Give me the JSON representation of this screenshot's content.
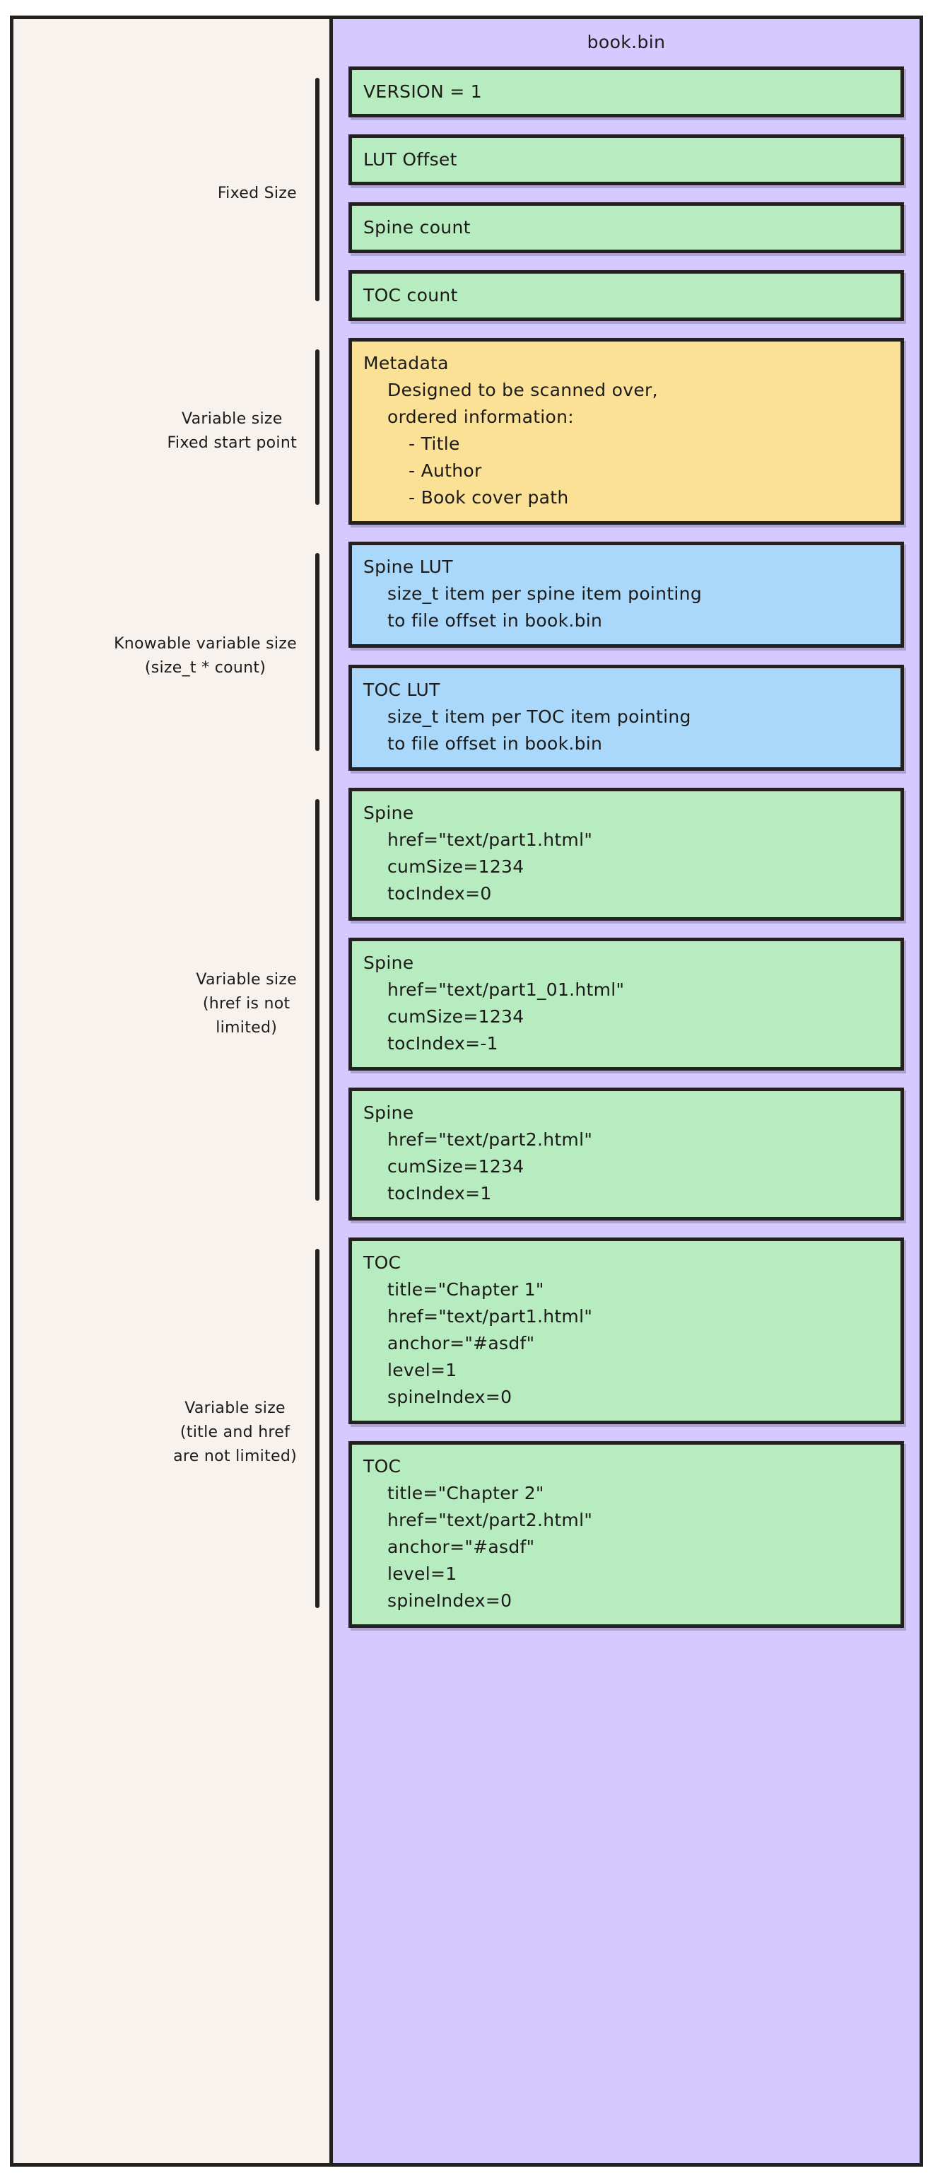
{
  "file": {
    "title": "book.bin"
  },
  "colors": {
    "page_background": "#ffffff",
    "left_panel": "#f7f2ee",
    "file_panel": "#d5caff",
    "stroke": "#23211f",
    "green_box": "#b6ecbf",
    "yellow_box": "#fbe196",
    "blue_box": "#a9d8fb",
    "text": "#1d1b19"
  },
  "groups": [
    {
      "id": "fixed-size",
      "label": "Fixed Size"
    },
    {
      "id": "variable-fixed-start",
      "label": "Variable size\nFixed start point"
    },
    {
      "id": "knowable-variable-size",
      "label": "Knowable variable size\n(size_t * count)"
    },
    {
      "id": "variable-href",
      "label": "Variable size\n(href is not\nlimited)"
    },
    {
      "id": "variable-title-href",
      "label": "Variable size\n(title and href\nare not limited)"
    }
  ],
  "sections": [
    {
      "id": "header-fields",
      "group": "fixed-size",
      "boxes": [
        {
          "id": "version",
          "color": "green",
          "title": "VERSION = 1",
          "lines": []
        },
        {
          "id": "lut-offset",
          "color": "green",
          "title": "LUT Offset",
          "lines": []
        },
        {
          "id": "spine-count",
          "color": "green",
          "title": "Spine count",
          "lines": []
        },
        {
          "id": "toc-count",
          "color": "green",
          "title": "TOC count",
          "lines": []
        }
      ]
    },
    {
      "id": "metadata-section",
      "group": "variable-fixed-start",
      "boxes": [
        {
          "id": "metadata",
          "color": "yellow",
          "title": "Metadata",
          "lines": [
            {
              "text": "Designed to be scanned over,",
              "indent": 1
            },
            {
              "text": "ordered information:",
              "indent": 1
            },
            {
              "text": "- Title",
              "indent": 2
            },
            {
              "text": "- Author",
              "indent": 2
            },
            {
              "text": "- Book cover path",
              "indent": 2
            }
          ]
        }
      ]
    },
    {
      "id": "lut-section",
      "group": "knowable-variable-size",
      "boxes": [
        {
          "id": "spine-lut",
          "color": "blue",
          "title": "Spine LUT",
          "lines": [
            {
              "text": "size_t item per spine item pointing",
              "indent": 1
            },
            {
              "text": "to file offset in book.bin",
              "indent": 1
            }
          ]
        },
        {
          "id": "toc-lut",
          "color": "blue",
          "title": "TOC LUT",
          "lines": [
            {
              "text": "size_t item per TOC item pointing",
              "indent": 1
            },
            {
              "text": "to file offset in book.bin",
              "indent": 1
            }
          ]
        }
      ]
    },
    {
      "id": "spine-section",
      "group": "variable-href",
      "boxes": [
        {
          "id": "spine-1",
          "color": "green",
          "title": "Spine",
          "lines": [
            {
              "text": "href=\"text/part1.html\"",
              "indent": 1
            },
            {
              "text": "cumSize=1234",
              "indent": 1
            },
            {
              "text": "tocIndex=0",
              "indent": 1
            }
          ]
        },
        {
          "id": "spine-2",
          "color": "green",
          "title": "Spine",
          "lines": [
            {
              "text": "href=\"text/part1_01.html\"",
              "indent": 1
            },
            {
              "text": "cumSize=1234",
              "indent": 1
            },
            {
              "text": "tocIndex=-1",
              "indent": 1
            }
          ]
        },
        {
          "id": "spine-3",
          "color": "green",
          "title": "Spine",
          "lines": [
            {
              "text": "href=\"text/part2.html\"",
              "indent": 1
            },
            {
              "text": "cumSize=1234",
              "indent": 1
            },
            {
              "text": "tocIndex=1",
              "indent": 1
            }
          ]
        }
      ]
    },
    {
      "id": "toc-section",
      "group": "variable-title-href",
      "boxes": [
        {
          "id": "toc-1",
          "color": "green",
          "title": "TOC",
          "lines": [
            {
              "text": "title=\"Chapter 1\"",
              "indent": 1
            },
            {
              "text": "href=\"text/part1.html\"",
              "indent": 1
            },
            {
              "text": "anchor=\"#asdf\"",
              "indent": 1
            },
            {
              "text": "level=1",
              "indent": 1
            },
            {
              "text": "spineIndex=0",
              "indent": 1
            }
          ]
        },
        {
          "id": "toc-2",
          "color": "green",
          "title": "TOC",
          "lines": [
            {
              "text": "title=\"Chapter 2\"",
              "indent": 1
            },
            {
              "text": "href=\"text/part2.html\"",
              "indent": 1
            },
            {
              "text": "anchor=\"#asdf\"",
              "indent": 1
            },
            {
              "text": "level=1",
              "indent": 1
            },
            {
              "text": "spineIndex=0",
              "indent": 1
            }
          ]
        }
      ]
    }
  ]
}
